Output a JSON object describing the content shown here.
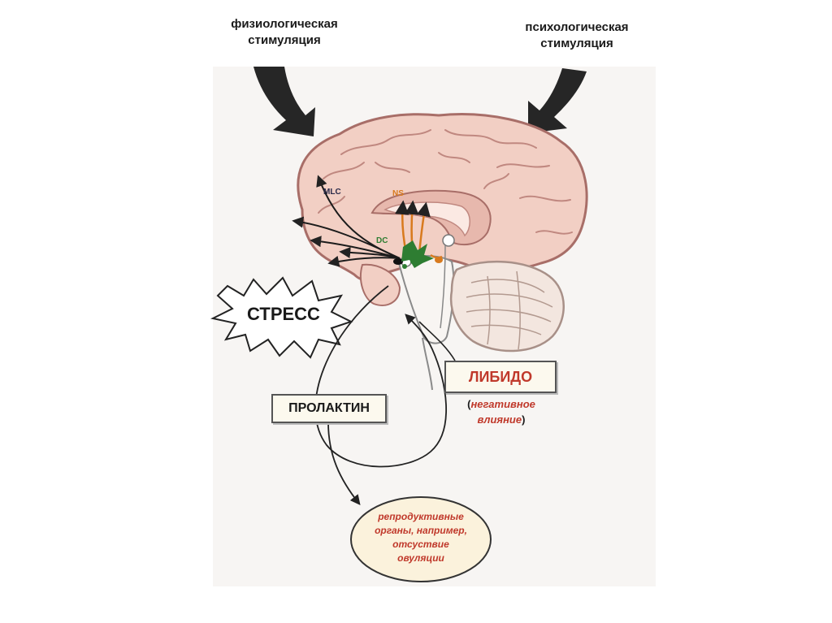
{
  "stimulation": {
    "physiological": [
      "физиологическая",
      "стимуляция"
    ],
    "psychological": [
      "психологическая",
      "стимуляция"
    ]
  },
  "brain_labels": {
    "mlc": "MLC",
    "ns": "NS",
    "dc": "DC"
  },
  "stress": "СТРЕСС",
  "prolactin": "ПРОЛАКТИН",
  "libido": "ЛИБИДО",
  "negative_effect": {
    "open": "(",
    "line1": "негативное",
    "line2": "влияние",
    "close": ")"
  },
  "organs": [
    "репродуктивные",
    "органы, например,",
    "отсуствие",
    "овуляции"
  ],
  "colors": {
    "brain_fill": "#f2cfc4",
    "brain_stroke": "#a86e68",
    "text_red": "#c0392b",
    "ns_orange": "#d87a1e",
    "dc_green": "#2e7d32",
    "box_bg": "#fcf9ee"
  }
}
